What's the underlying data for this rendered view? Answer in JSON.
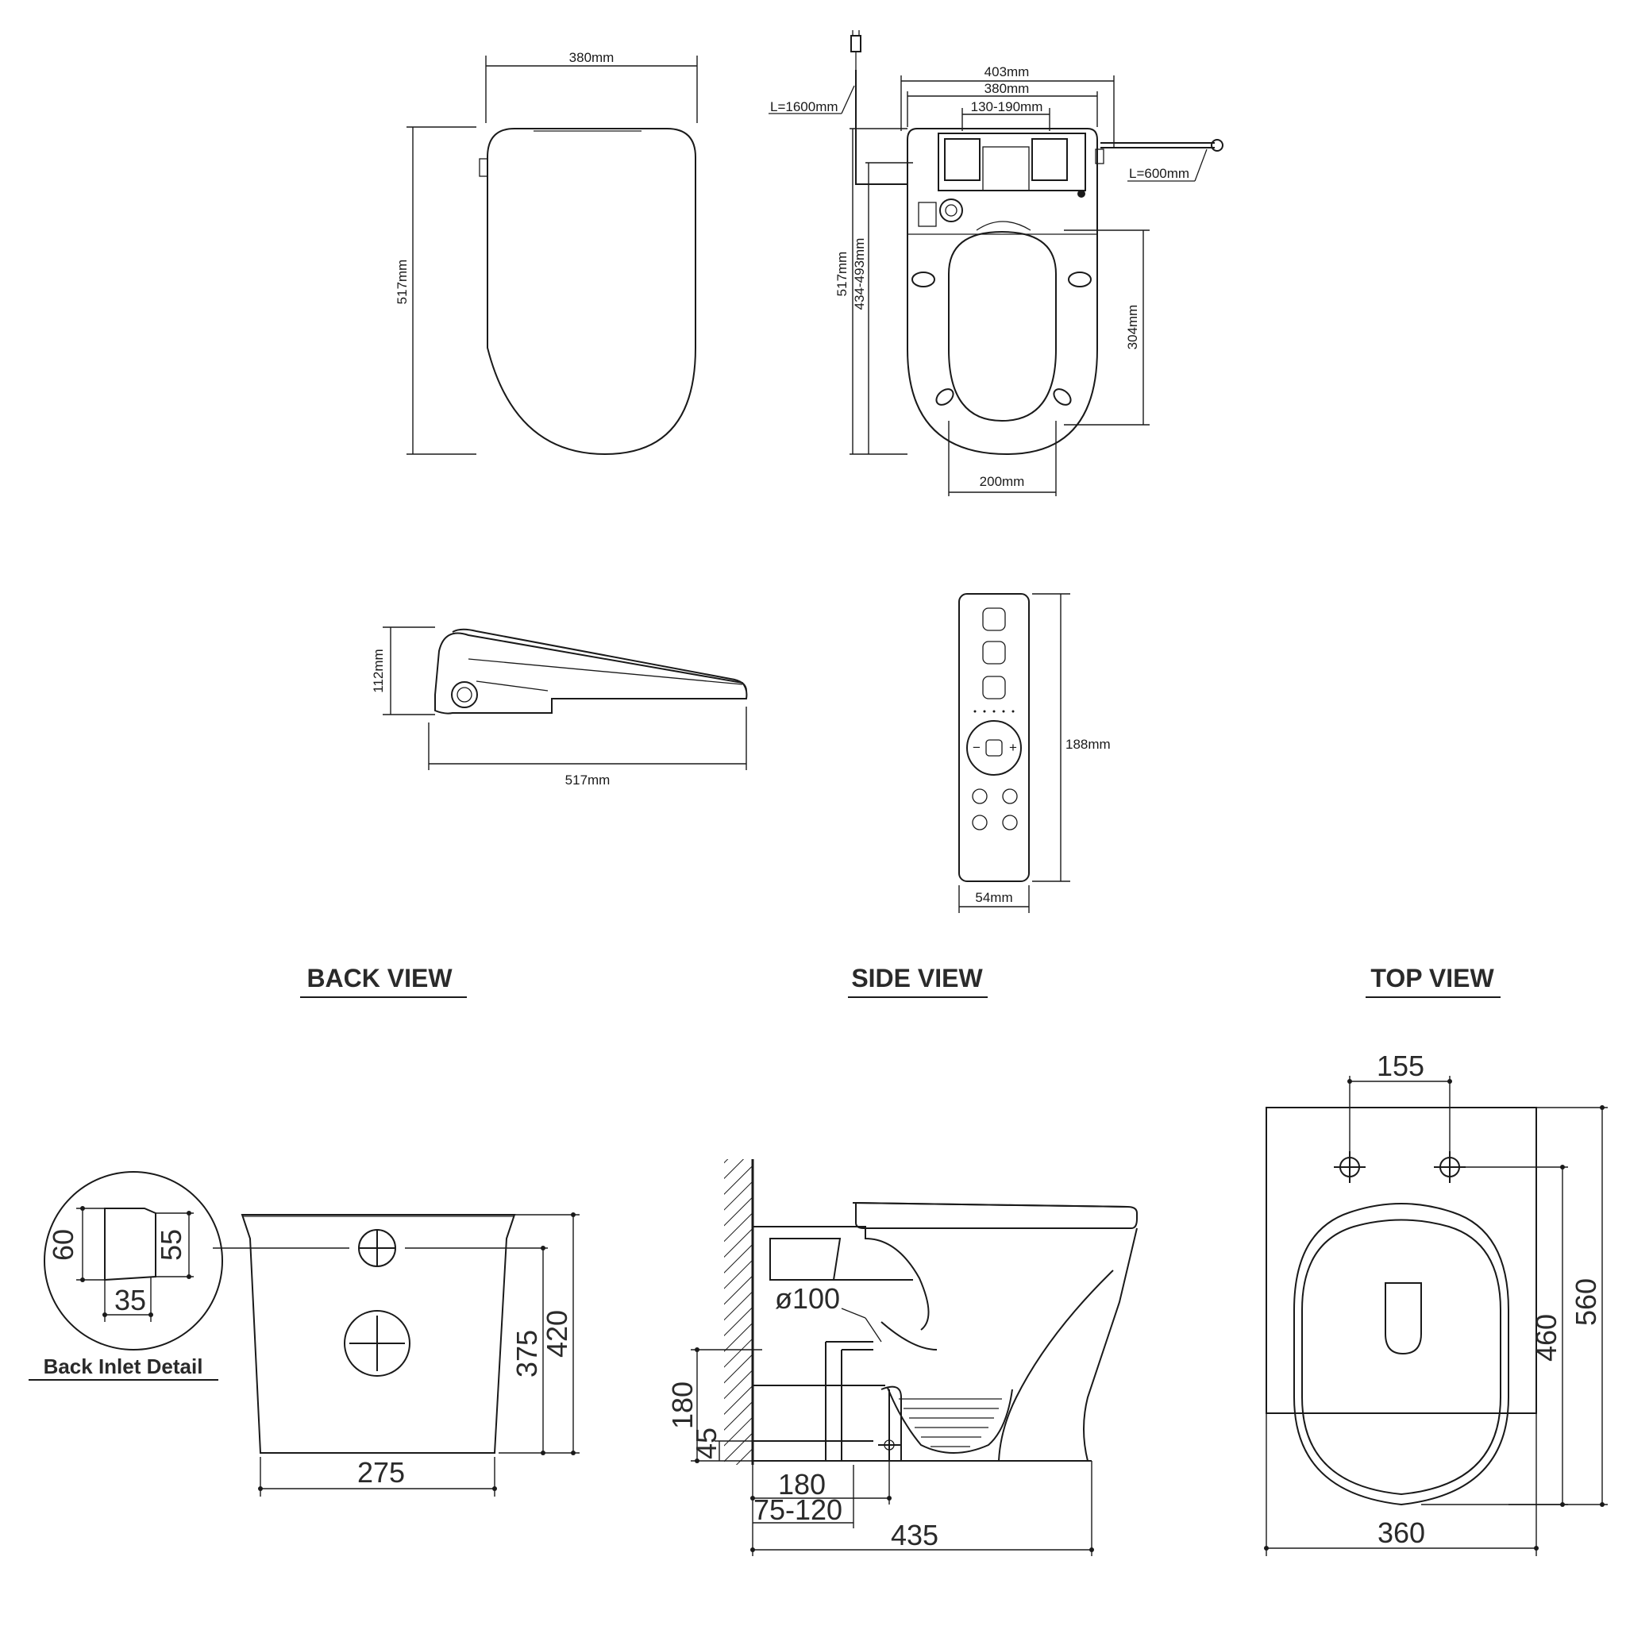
{
  "seat_front": {
    "width": "380mm",
    "length": "517mm"
  },
  "seat_underside": {
    "cord": "L=1600mm",
    "hose": "L=600mm",
    "outer_width": "403mm",
    "width": "380mm",
    "fixing_range": "130-190mm",
    "length": "517mm",
    "adjust_range": "434-493mm",
    "opening_length": "304mm",
    "opening_width": "200mm"
  },
  "seat_side": {
    "height": "112mm",
    "length": "517mm"
  },
  "remote": {
    "height": "188mm",
    "width": "54mm"
  },
  "views": {
    "back": "BACK VIEW",
    "side": "SIDE VIEW",
    "top": "TOP VIEW"
  },
  "back_view": {
    "caption": "Back Inlet Detail",
    "detail_left": "60",
    "detail_right": "55",
    "detail_bottom": "35",
    "inner_height": "375",
    "total_height": "420",
    "base_width": "275"
  },
  "side_view": {
    "pipe": "ø100",
    "height_180": "180",
    "height_45": "45",
    "offset_180": "180",
    "range": "75-120",
    "length": "435"
  },
  "top_view": {
    "hole_spacing": "155",
    "depth": "460",
    "length": "560",
    "width": "360"
  }
}
